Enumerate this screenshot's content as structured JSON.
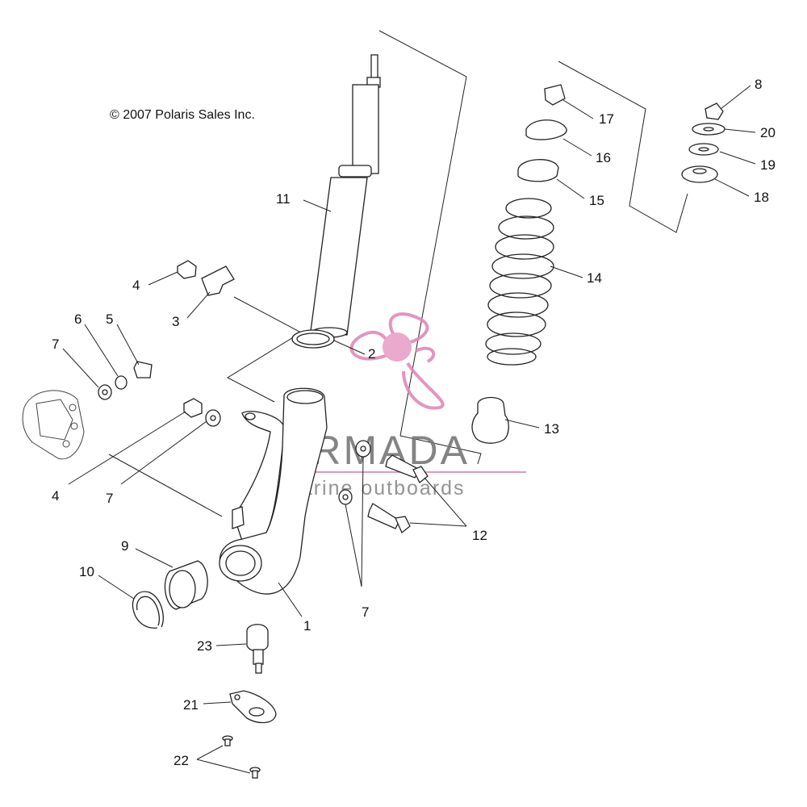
{
  "copyright": "© 2007 Polaris Sales Inc.",
  "watermark": {
    "brand": "ARMADA",
    "tagline": "marine outboards",
    "accent_color": "#e08ab8",
    "text_color": "#777777"
  },
  "callouts": {
    "c1": "1",
    "c2": "2",
    "c3": "3",
    "c4a": "4",
    "c4b": "4",
    "c5": "5",
    "c6": "6",
    "c7a": "7",
    "c7b": "7",
    "c7c": "7",
    "c8": "8",
    "c9": "9",
    "c10": "10",
    "c11": "11",
    "c12": "12",
    "c13": "13",
    "c14": "14",
    "c15": "15",
    "c16": "16",
    "c17": "17",
    "c18": "18",
    "c19": "19",
    "c20": "20",
    "c21": "21",
    "c22": "22",
    "c23": "23"
  }
}
